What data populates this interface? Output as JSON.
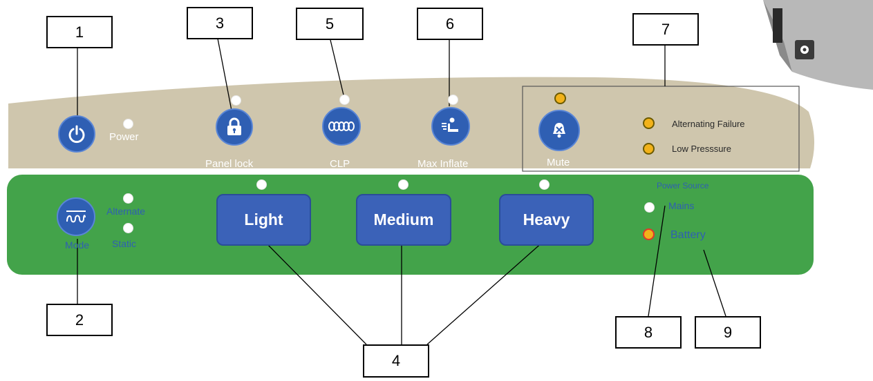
{
  "callouts": [
    "1",
    "2",
    "3",
    "4",
    "5",
    "6",
    "7",
    "8",
    "9"
  ],
  "top_panel": {
    "power_label": "Power",
    "panel_lock_label": "Panel lock",
    "clp_label": "CLP",
    "max_inflate_label": "Max Inflate",
    "mute_label": "Mute",
    "alternating_failure_label": "Alternating Failure",
    "low_pressure_label": "Low Presssure"
  },
  "bottom_panel": {
    "mode_label": "Mode",
    "alternate_label": "Alternate",
    "static_label": "Static",
    "light_label": "Light",
    "medium_label": "Medium",
    "heavy_label": "Heavy",
    "power_source_label": "Power Source",
    "mains_label": "Mains",
    "battery_label": "Battery"
  },
  "colors": {
    "top_panel": "#cfc6ad",
    "bottom_panel": "#43a34a",
    "button_blue": "#2f5fb3",
    "indicator_amber": "#f2b21a"
  }
}
